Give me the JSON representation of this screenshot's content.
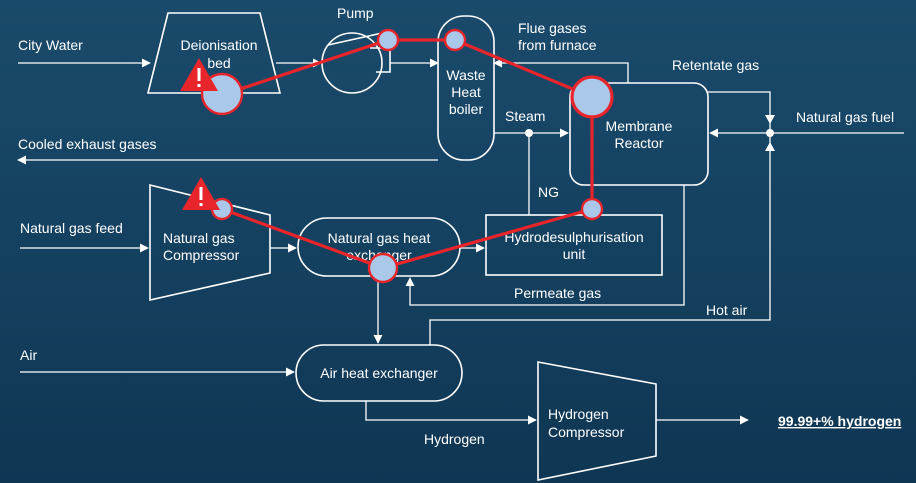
{
  "colors": {
    "background": "#164463",
    "line": "#ffffff",
    "route": "#e8252b",
    "node_fill": "#a9c8ea",
    "warning": "#e8252b"
  },
  "equipment": {
    "deionisation_bed": [
      "Deionisation",
      "bed"
    ],
    "pump": "Pump",
    "waste_heat_boiler": [
      "Waste",
      "Heat",
      "boiler"
    ],
    "membrane_reactor": [
      "Membrane",
      "Reactor"
    ],
    "ng_compressor": [
      "Natural gas",
      "Compressor"
    ],
    "ng_heat_exchanger": [
      "Natural gas heat",
      "exchanger"
    ],
    "hds_unit": [
      "Hydrodesulphurisation",
      "unit"
    ],
    "air_heat_exchanger": "Air heat exchanger",
    "h2_compressor": [
      "Hydrogen",
      "Compressor"
    ]
  },
  "streams": {
    "city_water": "City Water",
    "cooled_exhaust": "Cooled exhaust gases",
    "ng_feed": "Natural gas feed",
    "air": "Air",
    "flue_gases": [
      "Flue gases",
      "from furnace"
    ],
    "retentate": "Retentate gas",
    "ng_fuel": "Natural gas fuel",
    "steam": "Steam",
    "ng": "NG",
    "permeate": "Permeate gas",
    "hot_air": "Hot air",
    "hydrogen": "Hydrogen",
    "output": "99.99+% hydrogen"
  },
  "icons": {
    "warning": "warning-triangle-icon",
    "arrow": "arrow-head-icon"
  }
}
